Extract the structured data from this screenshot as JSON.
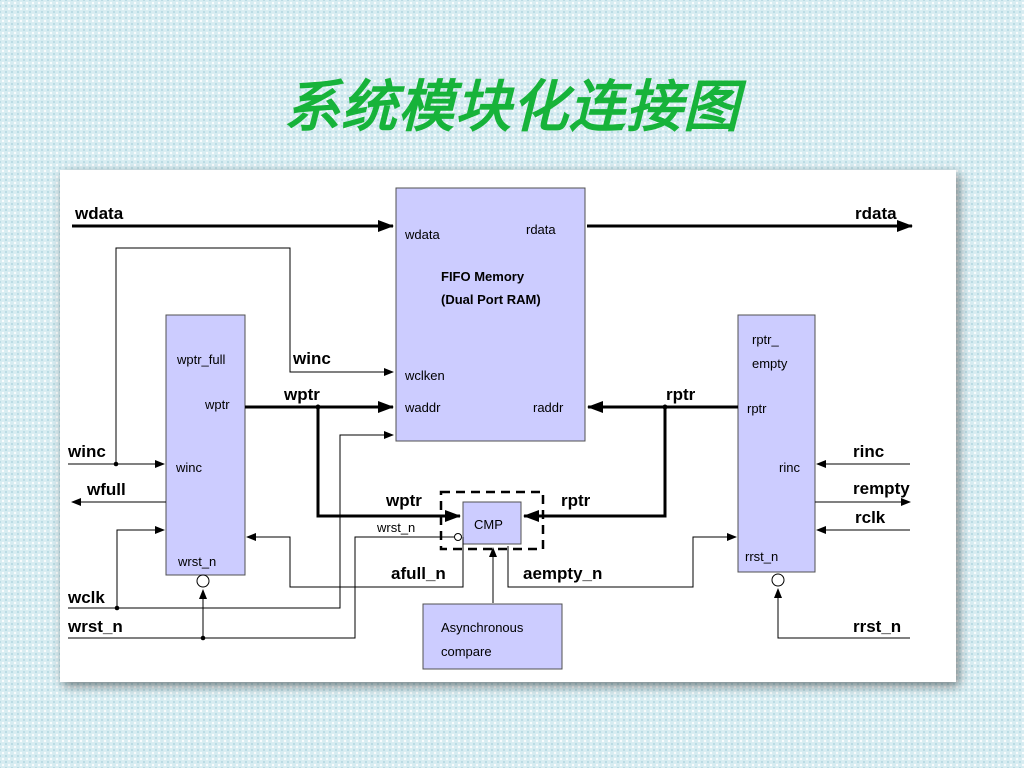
{
  "title": "系统模块化连接图",
  "memory": {
    "line1": "FIFO Memory",
    "line2": "(Dual Port RAM)",
    "pin_wdata": "wdata",
    "pin_rdata": "rdata",
    "pin_wclken": "wclken",
    "pin_waddr": "waddr",
    "pin_raddr": "raddr"
  },
  "write_block": {
    "pin_wptr_full": "wptr_full",
    "pin_wptr": "wptr",
    "pin_winc": "winc",
    "pin_wrst_n": "wrst_n"
  },
  "read_block": {
    "pin_rptr_empty_1": "rptr_",
    "pin_rptr_empty_2": "empty",
    "pin_rptr": "rptr",
    "pin_rinc": "rinc",
    "pin_rrst_n": "rrst_n"
  },
  "cmp": {
    "label": "CMP",
    "pin_wrst_n": "wrst_n",
    "async_line1": "Asynchronous",
    "async_line2": "compare"
  },
  "signals": {
    "wdata": "wdata",
    "rdata": "rdata",
    "winc_mem": "winc",
    "wptr_mem": "wptr",
    "rptr_mem": "rptr",
    "winc_in": "winc",
    "wfull": "wfull",
    "wptr_cmp": "wptr",
    "rptr_cmp": "rptr",
    "afull_n": "afull_n",
    "aempty_n": "aempty_n",
    "wclk": "wclk",
    "wrst_n": "wrst_n",
    "rinc": "rinc",
    "rempty": "rempty",
    "rclk": "rclk",
    "rrst_n": "rrst_n"
  }
}
